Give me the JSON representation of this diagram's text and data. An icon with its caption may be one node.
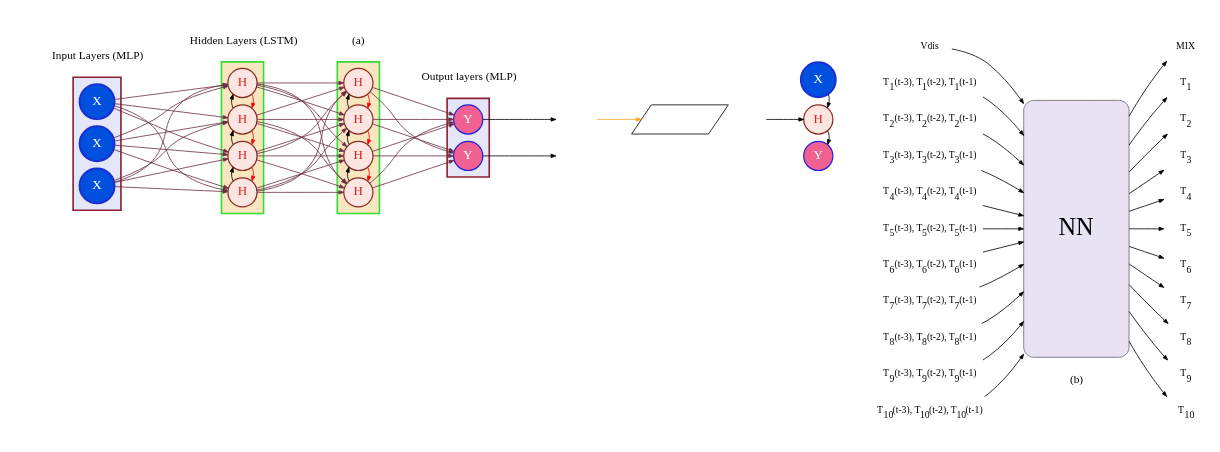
{
  "diagram": {
    "nodes": [
      {
        "text": [],
        "shape": "box"
      },
      {
        "text": [
          "X"
        ],
        "in": 0
      },
      {
        "text": [
          "X"
        ],
        "in": 0
      },
      {
        "text": [
          "X"
        ],
        "in": 0
      },
      {
        "text": [],
        "shape": "box"
      },
      {
        "text": [
          "H"
        ],
        "in": 4
      },
      {
        "text": [
          "H"
        ],
        "in": 4
      },
      {
        "text": [
          "H"
        ],
        "in": 4
      },
      {
        "text": [
          "H"
        ],
        "in": 4
      },
      {
        "text": [],
        "shape": "box"
      },
      {
        "text": [
          "H"
        ],
        "in": 9
      },
      {
        "text": [
          "H"
        ],
        "in": 9
      },
      {
        "text": [
          "H"
        ],
        "in": 9
      },
      {
        "text": [
          "H"
        ],
        "in": 9
      },
      {
        "text": [],
        "shape": "box"
      },
      {
        "text": [
          "Y"
        ],
        "in": 14
      },
      {
        "text": [
          "Y"
        ],
        "in": 14
      },
      {
        "text": [
          "Y"
        ]
      },
      {
        "text": [],
        "shape": "parallelogram"
      },
      {
        "text": [
          "H"
        ]
      },
      {
        "text": [
          "X"
        ]
      },
      {
        "text": [
          "NN"
        ]
      },
      {
        "text": [
          "Vdis"
        ]
      },
      {
        "text": [
          "T$_{1}$(t-3), T$_{1}$(t-2), T$_{1}$(t-1)"
        ]
      },
      {
        "text": [
          "T$_{2}$(t-3), T$_{2}$(t-2), T$_{2}$(t-1)"
        ]
      },
      {
        "text": [
          "T$_{3}$(t-3), T$_{3}$(t-2), T$_{3}$(t-1)"
        ]
      },
      {
        "text": [
          "T$_{4}$(t-3), T$_{4}$(t-2), T$_{4}$(t-1)"
        ]
      },
      {
        "text": [
          "T$_{5}$(t-3), T$_{5}$(t-2), T$_{5}$(t-1)"
        ]
      },
      {
        "text": [
          "T$_{6}$(t-3), T$_{6}$(t-2), T$_{6}$(t-1)"
        ]
      },
      {
        "text": [
          "T$_{7}$(t-3), T$_{7}$(t-2), T$_{7}$(t-1)"
        ]
      },
      {
        "text": [
          "T$_{8}$(t-3), T$_{8}$(t-2), T$_{8}$(t-1)"
        ]
      },
      {
        "text": [
          "T$_{9}$(t-3), T$_{9}$(t-2), T$_{9}$(t-1)"
        ]
      },
      {
        "text": [
          "T$_{10}$(t-3), T$_{10}$(t-2), T$_{10}$(t-1)"
        ]
      },
      {
        "text": [
          "MIX"
        ]
      },
      {
        "text": [
          "T$_{1}$"
        ]
      },
      {
        "text": [
          "T$_{2}$"
        ]
      },
      {
        "text": [
          "T$_{3}$"
        ]
      },
      {
        "text": [
          "T$_{4}$"
        ]
      },
      {
        "text": [
          "T$_{5}$"
        ]
      },
      {
        "text": [
          "T$_{6}$"
        ]
      },
      {
        "text": [
          "T$_{7}$"
        ]
      },
      {
        "text": [
          "T$_{8}$"
        ]
      },
      {
        "text": [
          "T$_{9}$"
        ]
      },
      {
        "text": [
          "T$_{10}$"
        ]
      }
    ],
    "edges": [
      {
        "from": 1,
        "to": 5,
        "arrow": "to"
      },
      {
        "from": 1,
        "to": 6,
        "arrow": "to"
      },
      {
        "from": 1,
        "to": 7,
        "arrow": "to"
      },
      {
        "from": 1,
        "to": 8,
        "arrow": "to"
      },
      {
        "from": 2,
        "to": 5,
        "arrow": "to"
      },
      {
        "from": 2,
        "to": 6,
        "arrow": "to"
      },
      {
        "from": 2,
        "to": 7,
        "arrow": "to"
      },
      {
        "from": 2,
        "to": 8,
        "arrow": "to"
      },
      {
        "from": 3,
        "to": 5,
        "arrow": "to"
      },
      {
        "from": 3,
        "to": 6,
        "arrow": "to"
      },
      {
        "from": 3,
        "to": 7,
        "arrow": "to"
      },
      {
        "from": 3,
        "to": 8,
        "arrow": "to"
      },
      {
        "from": 5,
        "to": 6,
        "arrow": "to",
        "color": "#ff0000"
      },
      {
        "from": 6,
        "to": 7,
        "arrow": "to",
        "color": "#ff0000"
      },
      {
        "from": 7,
        "to": 8,
        "arrow": "to",
        "color": "#ff0000"
      },
      {
        "from": 6,
        "to": 5,
        "arrow": "to",
        "color": "#000000"
      },
      {
        "from": 7,
        "to": 6,
        "arrow": "to",
        "color": "#000000"
      },
      {
        "from": 8,
        "to": 7,
        "arrow": "to",
        "color": "#000000"
      },
      {
        "from": 5,
        "to": 10,
        "arrow": "to"
      },
      {
        "from": 5,
        "to": 11,
        "arrow": "to"
      },
      {
        "from": 5,
        "to": 12,
        "arrow": "to"
      },
      {
        "from": 5,
        "to": 13,
        "arrow": "to"
      },
      {
        "from": 6,
        "to": 10,
        "arrow": "to"
      },
      {
        "from": 6,
        "to": 11,
        "arrow": "to"
      },
      {
        "from": 6,
        "to": 12,
        "arrow": "to"
      },
      {
        "from": 6,
        "to": 13,
        "arrow": "to"
      },
      {
        "from": 7,
        "to": 10,
        "arrow": "to"
      },
      {
        "from": 7,
        "to": 11,
        "arrow": "to"
      },
      {
        "from": 7,
        "to": 12,
        "arrow": "to"
      },
      {
        "from": 7,
        "to": 13,
        "arrow": "to"
      },
      {
        "from": 8,
        "to": 10,
        "arrow": "to"
      },
      {
        "from": 8,
        "to": 11,
        "arrow": "to"
      },
      {
        "from": 8,
        "to": 12,
        "arrow": "to"
      },
      {
        "from": 8,
        "to": 13,
        "arrow": "to"
      },
      {
        "from": 10,
        "to": 11,
        "arrow": "to",
        "color": "#ff0000"
      },
      {
        "from": 11,
        "to": 12,
        "arrow": "to",
        "color": "#ff0000"
      },
      {
        "from": 12,
        "to": 13,
        "arrow": "to",
        "color": "#ff0000"
      },
      {
        "from": 11,
        "to": 10,
        "arrow": "to",
        "color": "#000000"
      },
      {
        "from": 12,
        "to": 11,
        "arrow": "to",
        "color": "#000000"
      },
      {
        "from": 13,
        "to": 12,
        "arrow": "to",
        "color": "#000000"
      },
      {
        "from": 10,
        "to": 15,
        "arrow": "to"
      },
      {
        "from": 10,
        "to": 16,
        "arrow": "to"
      },
      {
        "from": 11,
        "to": 15,
        "arrow": "to"
      },
      {
        "from": 11,
        "to": 16,
        "arrow": "to"
      },
      {
        "from": 12,
        "to": 15,
        "arrow": "to"
      },
      {
        "from": 12,
        "to": 16,
        "arrow": "to"
      },
      {
        "from": 13,
        "to": 15,
        "arrow": "to"
      },
      {
        "from": 13,
        "to": 16,
        "arrow": "to"
      },
      {
        "from": 15,
        "to": null,
        "arrow": "to",
        "color": "#000000"
      },
      {
        "from": 16,
        "to": null,
        "arrow": "to",
        "color": "#000000"
      },
      {
        "from": null,
        "to": 18,
        "arrow": "to",
        "color": "#f5a623"
      },
      {
        "from": null,
        "to": 19,
        "arrow": "to",
        "color": "#000000"
      },
      {
        "from": 20,
        "to": 19,
        "arrow": "to",
        "color": "#000000"
      },
      {
        "from": 19,
        "to": 17,
        "arrow": "to",
        "color": "#000000"
      },
      {
        "from": 22,
        "to": 21,
        "arrow": "to",
        "color": "#000000"
      },
      {
        "from": 23,
        "to": 21,
        "arrow": "to",
        "color": "#000000"
      },
      {
        "from": 24,
        "to": 21,
        "arrow": "to",
        "color": "#000000"
      },
      {
        "from": 25,
        "to": 21,
        "arrow": "to",
        "color": "#000000"
      },
      {
        "from": 26,
        "to": 21,
        "arrow": "to",
        "color": "#000000"
      },
      {
        "from": 27,
        "to": 21,
        "arrow": "to",
        "color": "#000000"
      },
      {
        "from": 28,
        "to": 21,
        "arrow": "to",
        "color": "#000000"
      },
      {
        "from": 29,
        "to": 21,
        "arrow": "to",
        "color": "#000000"
      },
      {
        "from": 30,
        "to": 21,
        "arrow": "to",
        "color": "#000000"
      },
      {
        "from": 31,
        "to": 21,
        "arrow": "to",
        "color": "#000000"
      },
      {
        "from": 32,
        "to": 21,
        "arrow": "to",
        "color": "#000000"
      },
      {
        "from": 21,
        "to": 33,
        "arrow": "to",
        "color": "#000000"
      },
      {
        "from": 21,
        "to": 34,
        "arrow": "to",
        "color": "#000000"
      },
      {
        "from": 21,
        "to": 35,
        "arrow": "to",
        "color": "#000000"
      },
      {
        "from": 21,
        "to": 36,
        "arrow": "to",
        "color": "#000000"
      },
      {
        "from": 21,
        "to": 37,
        "arrow": "to",
        "color": "#000000"
      },
      {
        "from": 21,
        "to": 38,
        "arrow": "to",
        "color": "#000000"
      },
      {
        "from": 21,
        "to": 39,
        "arrow": "to",
        "color": "#000000"
      },
      {
        "from": 21,
        "to": 40,
        "arrow": "to",
        "color": "#000000"
      },
      {
        "from": 21,
        "to": 41,
        "arrow": "to",
        "color": "#000000"
      },
      {
        "from": 21,
        "to": 42,
        "arrow": "to",
        "color": "#000000"
      },
      {
        "from": 21,
        "to": 43,
        "arrow": "to",
        "color": "#000000"
      }
    ],
    "labels": [
      "Input Layers (MLP)",
      "Hidden Layers (LSTM)",
      "Output layers (MLP)",
      "(a)",
      "(b)"
    ]
  }
}
